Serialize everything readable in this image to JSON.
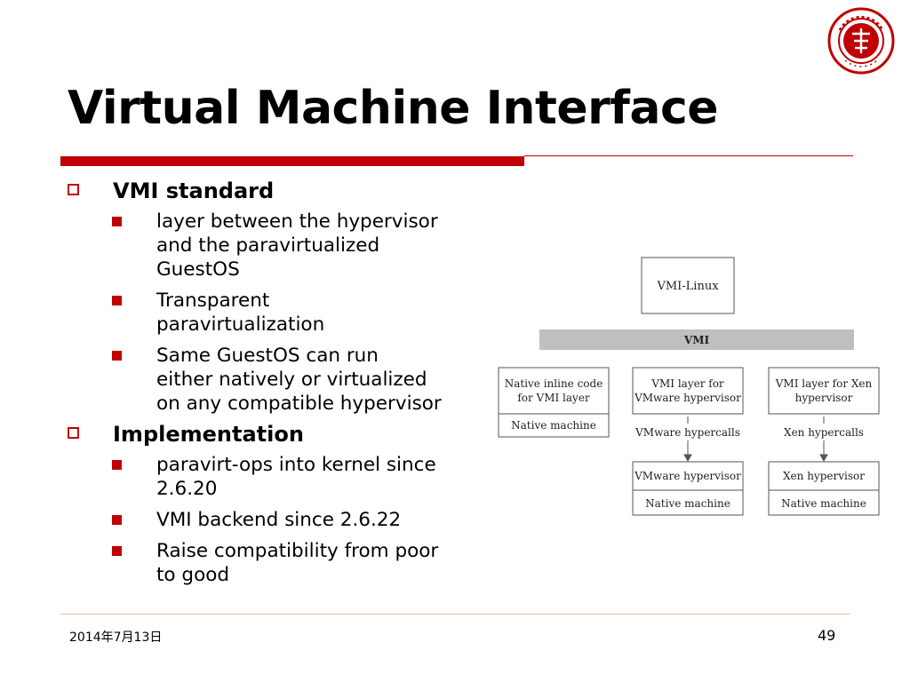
{
  "slide": {
    "title": "Virtual Machine Interface",
    "logo": {
      "icon": "peking-university-seal",
      "text_top": "PEKING UNIVERSITY",
      "text_bottom": "1898",
      "color": "#c00000"
    },
    "accent_color": "#c00000",
    "bullets": [
      {
        "label": "VMI standard",
        "items": [
          {
            "lines": [
              "layer between the hypervisor",
              "and the paravirtualized",
              "GuestOS"
            ]
          },
          {
            "lines": [
              "Transparent",
              "paravirtualization"
            ]
          },
          {
            "lines": [
              "Same GuestOS can run",
              "either natively or virtualized",
              "on any compatible hypervisor"
            ]
          }
        ]
      },
      {
        "label": "Implementation",
        "items": [
          {
            "lines": [
              "paravirt-ops into kernel since",
              "2.6.20"
            ]
          },
          {
            "lines": [
              "VMI backend since 2.6.22"
            ]
          },
          {
            "lines": [
              "Raise compatibility from poor",
              "to good"
            ]
          }
        ]
      }
    ],
    "diagram": {
      "top_box": "VMI-Linux",
      "vmi_bar": "VMI",
      "native_box": {
        "top": [
          "Native inline code",
          "for VMI layer"
        ],
        "bottom": "Native machine"
      },
      "vmware_layer": [
        "VMI layer for",
        "VMware hypervisor"
      ],
      "xen_layer": [
        "VMI layer for Xen",
        "hypervisor"
      ],
      "vmware_calls": "VMware hypercalls",
      "xen_calls": "Xen hypercalls",
      "vmware_box": {
        "top": "VMware hypervisor",
        "bottom": "Native machine"
      },
      "xen_box": {
        "top": "Xen hypervisor",
        "bottom": "Native machine"
      }
    },
    "footer": {
      "date": "2014年7月13日",
      "page": "49"
    }
  }
}
